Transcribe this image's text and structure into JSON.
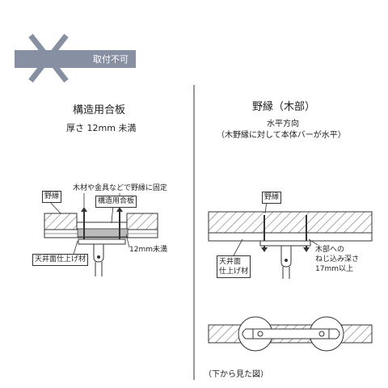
{
  "header": {
    "banner_label": "取付不可",
    "banner_color": "#878fa3",
    "cross_icon": "x-mark-icon"
  },
  "left_panel": {
    "title": "構造用合板",
    "subtitle": "厚さ 12mm 未満",
    "labels": {
      "joist": "野縁",
      "fix_note": "木材や金具などで野縁に固定",
      "plywood": "構造用合板",
      "ceiling": "天井面仕上げ材",
      "thickness": "12mm未満"
    }
  },
  "right_panel": {
    "title": "野縁（木部）",
    "subtitle1": "水平方向",
    "subtitle2": "（木野縁に対して本体バーが水平）",
    "labels": {
      "joist": "野縁",
      "ceiling_line1": "天井面",
      "ceiling_line2": "仕上げ材",
      "screw_line1": "木部への",
      "screw_line2": "ねじ込み深さ",
      "screw_line3": "17mm以上"
    },
    "bottom_view_caption": "（下から見た図）"
  }
}
